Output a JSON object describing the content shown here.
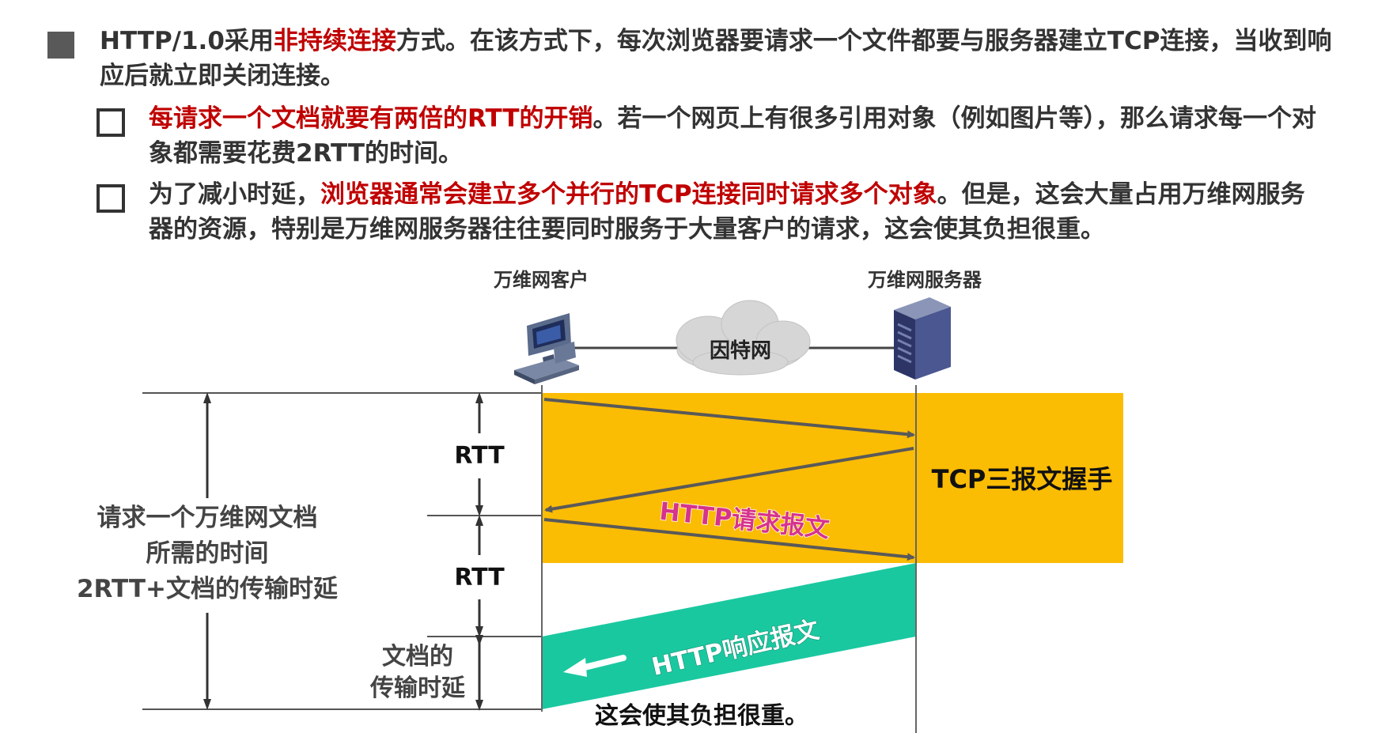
{
  "paragraph1": {
    "pre": "HTTP/1.0采用",
    "red": "非持续连接",
    "post": "方式。在该方式下，每次浏览器要请求一个文件都要与服务器建立TCP连接，当收到响应后就立即关闭连接。"
  },
  "bullet1": {
    "red": "每请求一个文档就要有两倍的RTT的开销",
    "post": "。若一个网页上有很多引用对象（例如图片等），那么请求每一个对象都需要花费2RTT的时间。"
  },
  "bullet2": {
    "pre": "为了减小时延，",
    "red": "浏览器通常会建立多个并行的TCP连接同时请求多个对象",
    "post": "。但是，这会大量占用万维网服务器的资源，特别是万维网服务器往往要同时服务于大量客户的请求，这会使其负担很重。"
  },
  "diagram": {
    "client_label": "万维网客户",
    "server_label": "万维网服务器",
    "cloud_label": "因特网",
    "rtt1_label": "RTT",
    "rtt2_label": "RTT",
    "transfer_label_line1": "文档的",
    "transfer_label_line2": "传输时延",
    "total_label_line1": "请求一个万维网文档",
    "total_label_line2": "所需的时间",
    "total_label_line3": "2RTT+文档的传输时延",
    "handshake_label": "TCP三报文握手",
    "request_label": "HTTP请求报文",
    "response_label": "HTTP响应报文",
    "colors": {
      "handshake": "#fbbc04",
      "response": "#1ac8a0",
      "red_text": "#c00000",
      "arrow": "#595959",
      "label_pink": "#d6338a"
    },
    "icons": [
      "computer-icon",
      "server-icon",
      "cloud-icon"
    ]
  },
  "subtitle": "这会使其负担很重。"
}
